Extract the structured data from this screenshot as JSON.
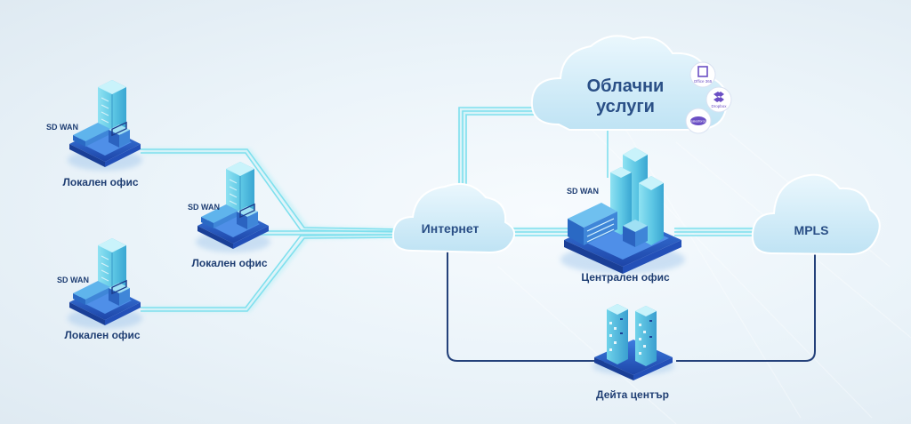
{
  "colors": {
    "link_cyan": "#7fe0ee",
    "link_navy": "#24417a",
    "label_text": "#1f3e73",
    "cloud_fill": "#cfe9f7",
    "building": "#6fd0e9",
    "platform": "#2b5fc8"
  },
  "nodes": {
    "office1": {
      "label": "Локален офис",
      "badge": "SD WAN"
    },
    "office2": {
      "label": "Локален офис",
      "badge": "SD WAN"
    },
    "office3": {
      "label": "Локален офис",
      "badge": "SD WAN"
    },
    "central": {
      "label": "Централен офис",
      "badge": "SD WAN"
    },
    "datacenter": {
      "label": "Дейта център"
    }
  },
  "clouds": {
    "internet": {
      "label": "Интернет"
    },
    "mpls": {
      "label": "MPLS"
    },
    "cloud_services": {
      "line1": "Облачни",
      "line2": "услуги"
    }
  },
  "cloud_apps": [
    {
      "name": "office-365-icon",
      "label": "Office 365"
    },
    {
      "name": "dropbox-icon",
      "label": "Dropbox"
    },
    {
      "name": "salesforce-icon",
      "label": "salesforce"
    }
  ]
}
